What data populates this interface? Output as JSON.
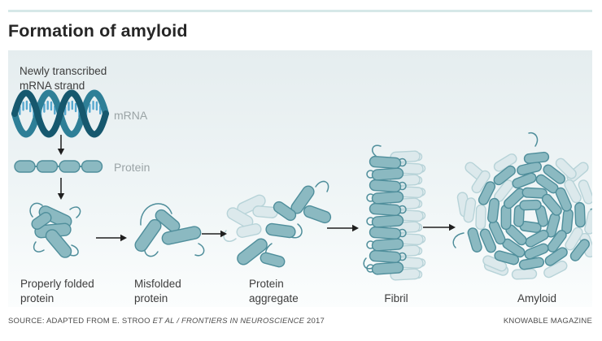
{
  "header": {
    "title": "Formation of amyloid"
  },
  "diagram": {
    "annotation": "Newly transcribed\nmRNA strand",
    "flow_labels": {
      "mrna": "mRNA",
      "protein": "Protein"
    },
    "stage_labels": {
      "properly_folded": "Properly folded\nprotein",
      "misfolded": "Misfolded\nprotein",
      "aggregate": "Protein\naggregate",
      "fibril": "Fibril",
      "amyloid": "Amyloid"
    }
  },
  "footer": {
    "source_prefix": "SOURCE: ADAPTED FROM E. STROO ",
    "source_italic": "ET AL / FRONTIERS IN NEUROSCIENCE",
    "source_suffix": " 2017",
    "credit": "KNOWABLE MAGAZINE"
  },
  "palette": {
    "accent_bar": "#d6e8e8",
    "title_text": "#262626",
    "label_text": "#3d3d3d",
    "gray_label_text": "#9ba4a6",
    "footer_text": "#4c4c4c",
    "capsule_fill": "#8bb9c1",
    "capsule_stroke": "#4f8e9b",
    "capsule_light_fill": "#dce9ec",
    "capsule_light_stroke": "#b7d3d8",
    "mrna_dark": "#16586e",
    "mrna_mid": "#2e7f97",
    "mrna_tick": "#56a8cf",
    "arrow": "#1f1f1f",
    "panel_top": "#e5edef",
    "panel_mid": "#eff5f6",
    "panel_bottom": "#fbfdfd"
  }
}
